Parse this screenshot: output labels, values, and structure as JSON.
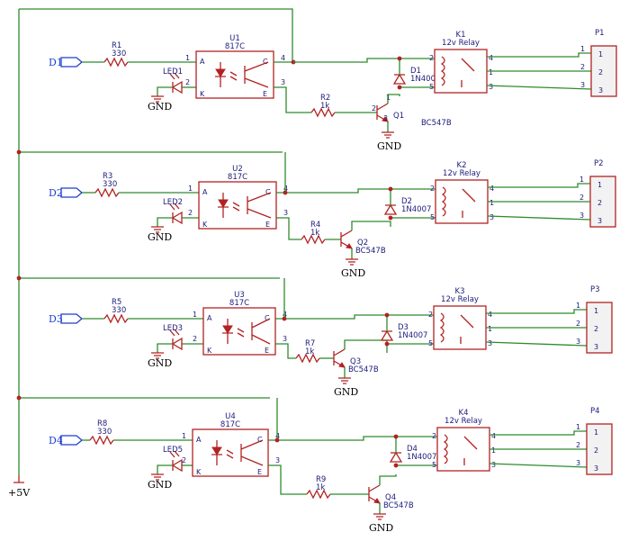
{
  "supply": {
    "label": "+5V"
  },
  "ground_label": "GND",
  "parts": {
    "opto": {
      "type": "817C",
      "pins": [
        "1",
        "2",
        "3",
        "4"
      ],
      "pin_names": [
        "A",
        "K",
        "C",
        "E"
      ]
    },
    "relay": {
      "type": "12v Relay",
      "pins": [
        "2",
        "4",
        "1",
        "5",
        "3"
      ]
    },
    "diode": {
      "type": "1N4007"
    },
    "transistor": {
      "type": "BC547B"
    },
    "series_resistor": {
      "value": "330"
    },
    "base_resistor": {
      "value": "1k"
    },
    "connector_pins": [
      "1",
      "2",
      "3"
    ]
  },
  "channels": [
    {
      "input": "D1",
      "r_in": "R1",
      "led": "LED1",
      "opto": "U1",
      "r_base": "R2",
      "q": "Q1",
      "diode": "D1",
      "relay": "K1",
      "conn": "P1",
      "q_pins": [
        "1",
        "2",
        "3"
      ]
    },
    {
      "input": "D2",
      "r_in": "R3",
      "led": "LED2",
      "opto": "U2",
      "r_base": "R4",
      "q": "Q2",
      "diode": "D2",
      "relay": "K2",
      "conn": "P2"
    },
    {
      "input": "D3",
      "r_in": "R5",
      "led": "LED3",
      "opto": "U3",
      "r_base": "R7",
      "q": "Q3",
      "diode": "D3",
      "relay": "K3",
      "conn": "P3"
    },
    {
      "input": "D4",
      "r_in": "R8",
      "led": "LED5",
      "opto": "U4",
      "r_base": "R9",
      "q": "Q4",
      "diode": "D4",
      "relay": "K4",
      "conn": "P4"
    }
  ]
}
